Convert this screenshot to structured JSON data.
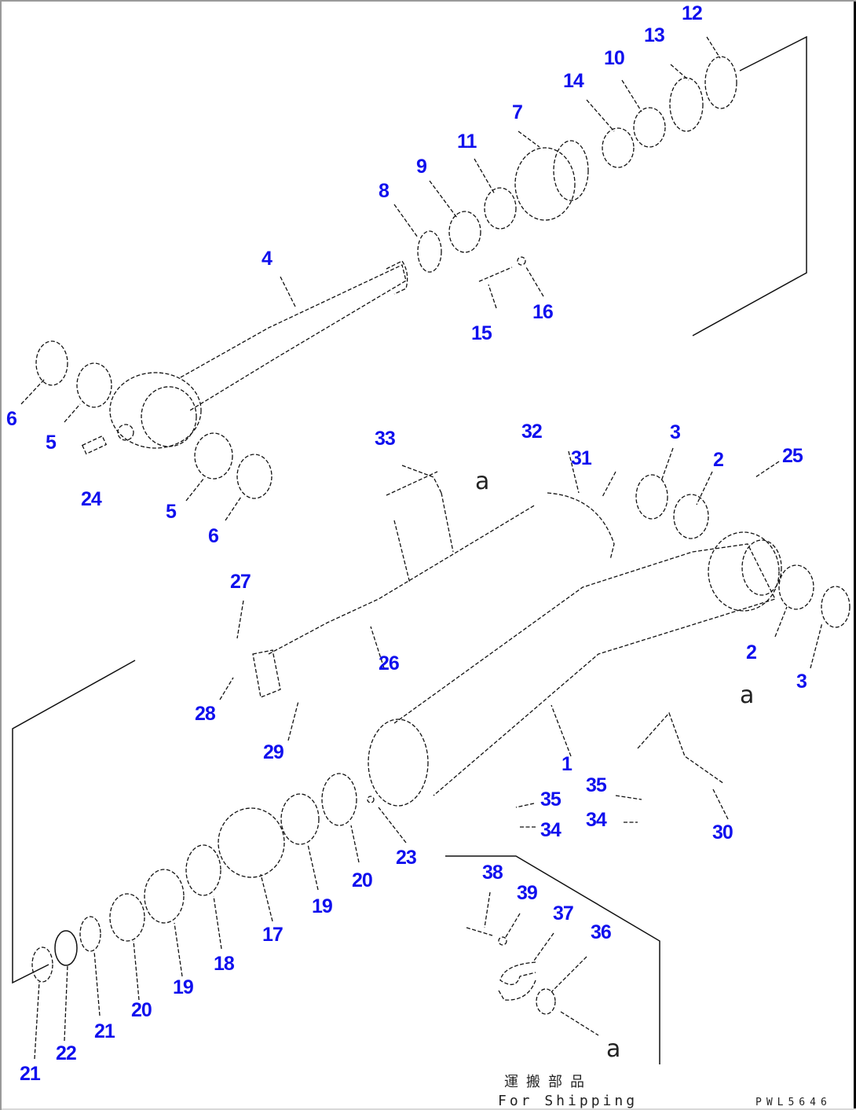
{
  "diagram": {
    "title_jp": "運搬部品",
    "title_en": "For Shipping",
    "drawing_code": "PWL5646",
    "label_color": "#1010ee",
    "view_ref": "a",
    "callouts": [
      {
        "id": "c12",
        "text": "12"
      },
      {
        "id": "c13",
        "text": "13"
      },
      {
        "id": "c10",
        "text": "10"
      },
      {
        "id": "c14",
        "text": "14"
      },
      {
        "id": "c7",
        "text": "7"
      },
      {
        "id": "c11",
        "text": "11"
      },
      {
        "id": "c9",
        "text": "9"
      },
      {
        "id": "c8",
        "text": "8"
      },
      {
        "id": "c4",
        "text": "4"
      },
      {
        "id": "c15",
        "text": "15"
      },
      {
        "id": "c16",
        "text": "16"
      },
      {
        "id": "c6a",
        "text": "6"
      },
      {
        "id": "c5a",
        "text": "5"
      },
      {
        "id": "c24",
        "text": "24"
      },
      {
        "id": "c5b",
        "text": "5"
      },
      {
        "id": "c6b",
        "text": "6"
      },
      {
        "id": "c33",
        "text": "33"
      },
      {
        "id": "c32",
        "text": "32"
      },
      {
        "id": "c31",
        "text": "31"
      },
      {
        "id": "c3a",
        "text": "3"
      },
      {
        "id": "c2a",
        "text": "2"
      },
      {
        "id": "c25",
        "text": "25"
      },
      {
        "id": "c27",
        "text": "27"
      },
      {
        "id": "c26",
        "text": "26"
      },
      {
        "id": "c2b",
        "text": "2"
      },
      {
        "id": "c3b",
        "text": "3"
      },
      {
        "id": "c28",
        "text": "28"
      },
      {
        "id": "c29",
        "text": "29"
      },
      {
        "id": "c1",
        "text": "1"
      },
      {
        "id": "c35a",
        "text": "35"
      },
      {
        "id": "c35b",
        "text": "35"
      },
      {
        "id": "c34a",
        "text": "34"
      },
      {
        "id": "c34b",
        "text": "34"
      },
      {
        "id": "c30",
        "text": "30"
      },
      {
        "id": "c23",
        "text": "23"
      },
      {
        "id": "c20a",
        "text": "20"
      },
      {
        "id": "c19a",
        "text": "19"
      },
      {
        "id": "c17",
        "text": "17"
      },
      {
        "id": "c18",
        "text": "18"
      },
      {
        "id": "c19b",
        "text": "19"
      },
      {
        "id": "c20b",
        "text": "20"
      },
      {
        "id": "c21a",
        "text": "21"
      },
      {
        "id": "c22",
        "text": "22"
      },
      {
        "id": "c21b",
        "text": "21"
      },
      {
        "id": "c38",
        "text": "38"
      },
      {
        "id": "c39",
        "text": "39"
      },
      {
        "id": "c37",
        "text": "37"
      },
      {
        "id": "c36",
        "text": "36"
      }
    ]
  }
}
